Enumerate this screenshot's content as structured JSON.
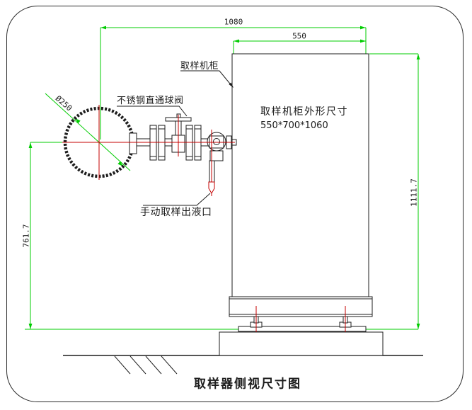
{
  "drawing": {
    "title": "取样器侧视尺寸图",
    "labels": {
      "cabinet": "取样机柜",
      "valve": "不锈钢直通球阀",
      "outlet": "手动取样出液口",
      "cabinet_size_title": "取样机柜外形尺寸",
      "cabinet_size_value": "550*700*1060"
    },
    "dimensions": {
      "top_width": "1080",
      "cabinet_width": "550",
      "right_height": "1111.7",
      "left_height": "761.7",
      "pipe_diameter": "Ø250"
    },
    "colors": {
      "dimension_line": "#00cc00",
      "centerline": "#c40000",
      "drawing_line": "#1d1d1d",
      "background": "#ffffff"
    }
  }
}
